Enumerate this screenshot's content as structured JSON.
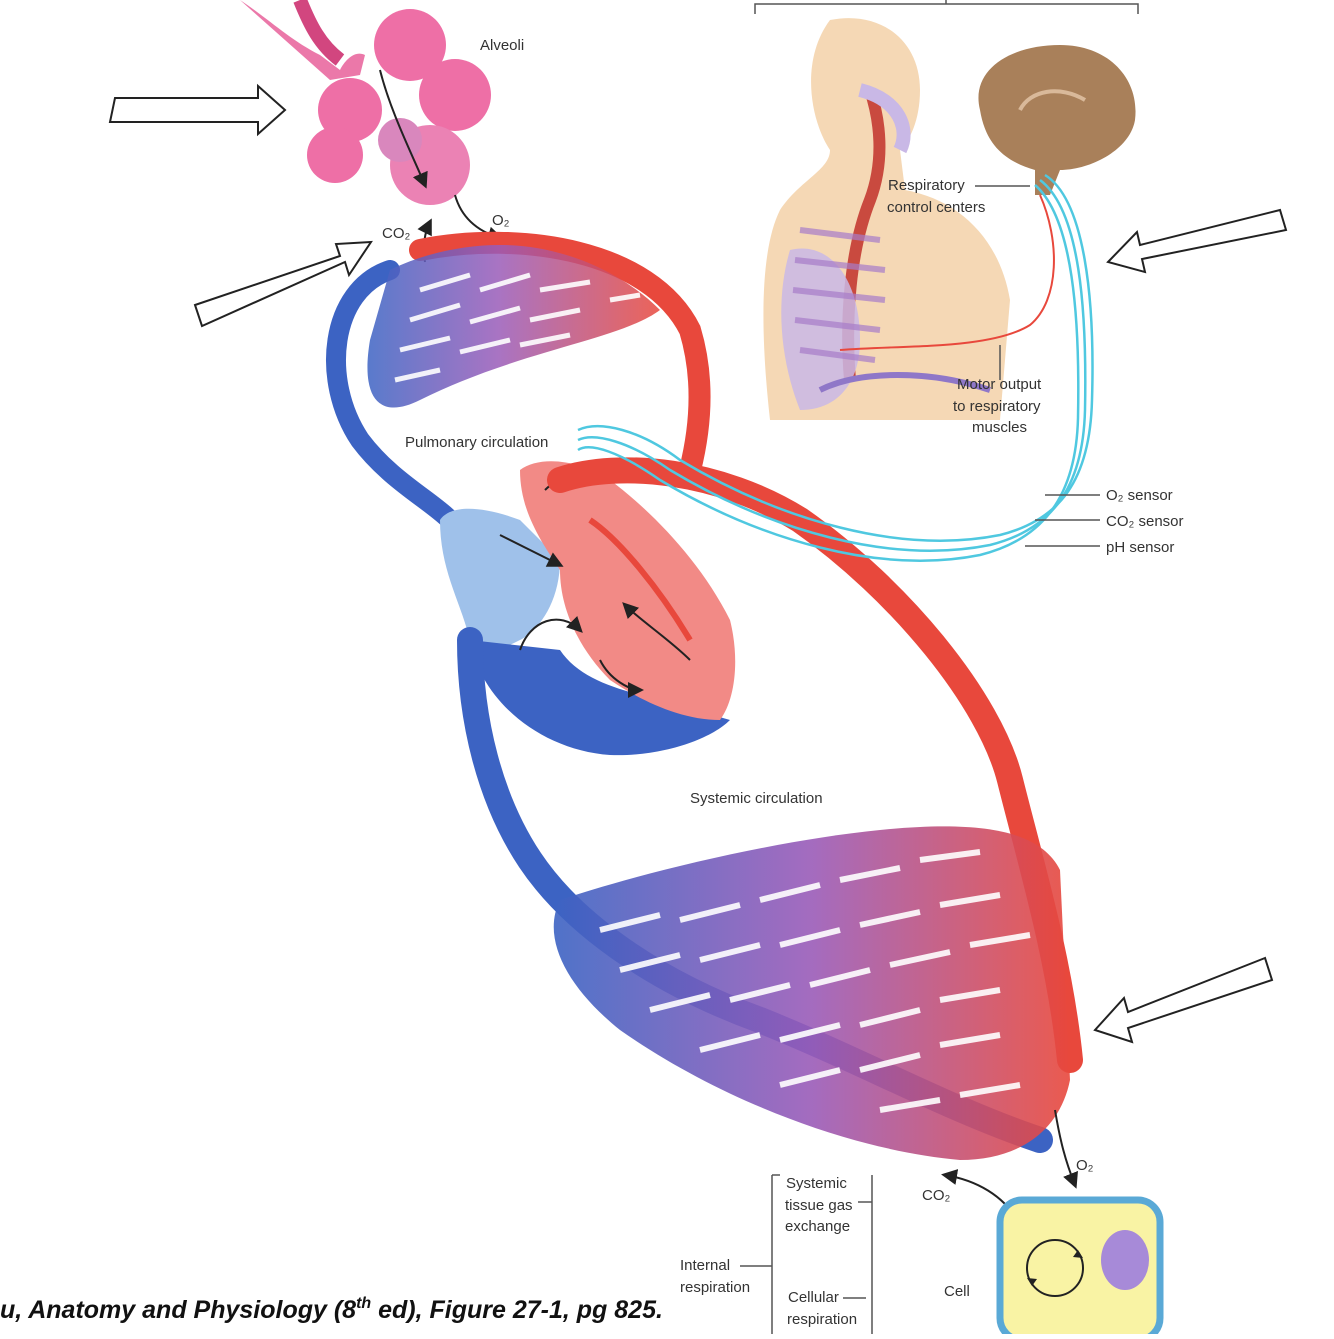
{
  "labels": {
    "alveoli": "Alveoli",
    "co2_top": "CO₂",
    "o2_top": "O₂",
    "pulmonary": "Pulmonary circulation",
    "systemic": "Systemic circulation",
    "resp_centers_1": "Respiratory",
    "resp_centers_2": "control centers",
    "motor_1": "Motor output",
    "motor_2": "to respiratory",
    "motor_3": "muscles",
    "o2_sensor": "O₂ sensor",
    "co2_sensor": "CO₂ sensor",
    "ph_sensor": "pH sensor",
    "o2_bottom": "O₂",
    "co2_bottom": "CO₂",
    "systemic_tge_1": "Systemic",
    "systemic_tge_2": "tissue gas",
    "systemic_tge_3": "exchange",
    "internal_1": "Internal",
    "internal_2": "respiration",
    "cellular_1": "Cellular",
    "cellular_2": "respiration",
    "cell": "Cell"
  },
  "caption": {
    "text_a": "u, Anatomy and Physiology (8",
    "text_sup": "th",
    "text_b": " ed), Figure 27-1, pg 825."
  },
  "colors": {
    "artery": "#e8483c",
    "vein": "#3c63c3",
    "mixed": "#9a5bb8",
    "alveoli": "#e8609a",
    "sensor": "#4fc8e0",
    "brain": "#a9805a",
    "skin": "#f5d8b5",
    "cell_fill": "#f9f3a4",
    "cell_border": "#5aa9d6",
    "nucleus": "#a78ad8"
  }
}
